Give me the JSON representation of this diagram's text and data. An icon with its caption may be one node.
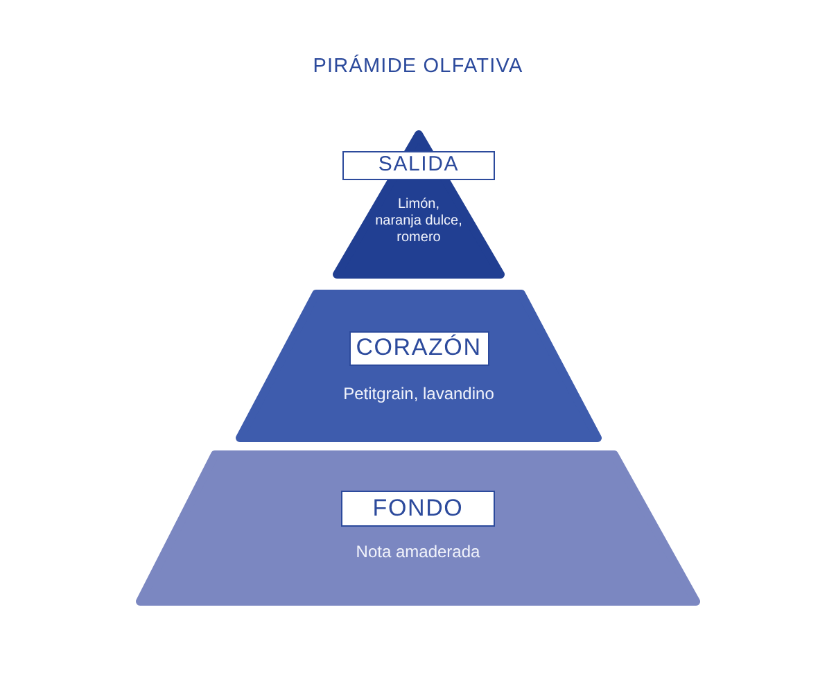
{
  "diagram": {
    "title": "PIRÁMIDE OLFATIVA",
    "nodes": [
      {
        "text": [
          "SALIDA",
          "Limón, naranja dulce, romero"
        ]
      },
      {
        "text": [
          "CORAZÓN",
          "Petitgrain, lavandino"
        ]
      },
      {
        "text": [
          "FONDO",
          "Nota amaderada"
        ]
      }
    ]
  }
}
